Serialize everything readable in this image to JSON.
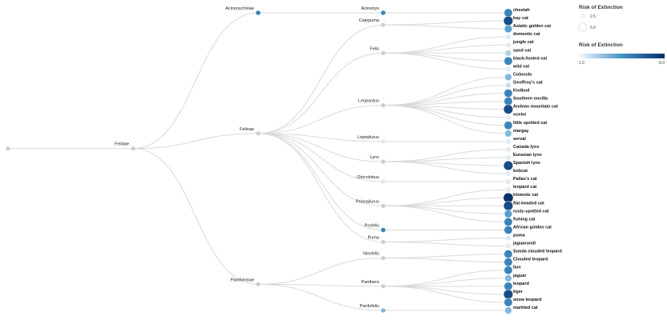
{
  "tree": {
    "name": "",
    "children": [
      {
        "name": "Felidae",
        "children": [
          {
            "name": "Acinonychinae",
            "children": [
              {
                "name": "Acinonyx",
                "children": [
                  {
                    "name": "cheetah",
                    "risk": 5
                  }
                ]
              }
            ]
          },
          {
            "name": "Felinae",
            "children": [
              {
                "name": "Catopuma",
                "children": [
                  {
                    "name": "bay cat",
                    "risk": 7
                  },
                  {
                    "name": "Asiatic golden cat",
                    "risk": 4
                  }
                ]
              },
              {
                "name": "Felis",
                "children": [
                  {
                    "name": "domestic cat",
                    "risk": 1
                  },
                  {
                    "name": "jungle cat",
                    "risk": 1
                  },
                  {
                    "name": "sand cat",
                    "risk": 2
                  },
                  {
                    "name": "black-footed cat",
                    "risk": 5
                  },
                  {
                    "name": "wild cat",
                    "risk": 1
                  }
                ]
              },
              {
                "name": "Leopardus",
                "children": [
                  {
                    "name": "Colocolo",
                    "risk": 3
                  },
                  {
                    "name": "Geoffroy's cat",
                    "risk": 1.5
                  },
                  {
                    "name": "Kodkod",
                    "risk": 5
                  },
                  {
                    "name": "Southern oncilla",
                    "risk": 5
                  },
                  {
                    "name": "Andean mountain cat",
                    "risk": 7
                  },
                  {
                    "name": "ocelot",
                    "risk": 1
                  },
                  {
                    "name": "little spotted cat",
                    "risk": 5
                  },
                  {
                    "name": "margay",
                    "risk": 3
                  }
                ]
              },
              {
                "name": "Leptailurus",
                "children": [
                  {
                    "name": "serval",
                    "risk": 1
                  }
                ]
              },
              {
                "name": "Lynx",
                "children": [
                  {
                    "name": "Canada lynx",
                    "risk": 1
                  },
                  {
                    "name": "Eurasian lynx",
                    "risk": 1
                  },
                  {
                    "name": "Spanish lynx",
                    "risk": 7
                  },
                  {
                    "name": "bobcat",
                    "risk": 1
                  }
                ]
              },
              {
                "name": "Otocolobus",
                "children": [
                  {
                    "name": "Pallas's cat",
                    "risk": 1
                  }
                ]
              },
              {
                "name": "Prionailurus",
                "children": [
                  {
                    "name": "leopard cat",
                    "risk": 1
                  },
                  {
                    "name": "Iriomote cat",
                    "risk": 8
                  },
                  {
                    "name": "flat-headed cat",
                    "risk": 7
                  },
                  {
                    "name": "rusty-spotted cat",
                    "risk": 4
                  },
                  {
                    "name": "fishing cat",
                    "risk": 5
                  }
                ]
              },
              {
                "name": "Profelis",
                "children": [
                  {
                    "name": "African golden cat",
                    "risk": 5
                  }
                ]
              },
              {
                "name": "Puma",
                "children": [
                  {
                    "name": "puma",
                    "risk": 1
                  },
                  {
                    "name": "jaguarundi",
                    "risk": 1
                  }
                ]
              }
            ]
          },
          {
            "name": "Pantherinae",
            "children": [
              {
                "name": "Neofelis",
                "children": [
                  {
                    "name": "Sunda clouded leopard",
                    "risk": 5
                  },
                  {
                    "name": "Clouded leopard",
                    "risk": 5
                  }
                ]
              },
              {
                "name": "Panthera",
                "children": [
                  {
                    "name": "lion",
                    "risk": 5
                  },
                  {
                    "name": "jaguar",
                    "risk": 3
                  },
                  {
                    "name": "leopard",
                    "risk": 5
                  },
                  {
                    "name": "tiger",
                    "risk": 7
                  },
                  {
                    "name": "snow leopard",
                    "risk": 5
                  }
                ]
              },
              {
                "name": "Pardofelis",
                "children": [
                  {
                    "name": "marbled cat",
                    "risk": 3
                  }
                ]
              }
            ]
          }
        ]
      }
    ]
  },
  "legend": {
    "size_title": "Risk of Extinction",
    "size_values": [
      "2.5",
      "5.0"
    ],
    "color_title": "Risk of Extinction",
    "color_min": "1.0",
    "color_max": "8.0"
  },
  "colors": {
    "low": "#deebf7",
    "mid": "#4292c6",
    "high": "#08306b",
    "inner": "#cccccc",
    "link": "#d9d9d9"
  }
}
